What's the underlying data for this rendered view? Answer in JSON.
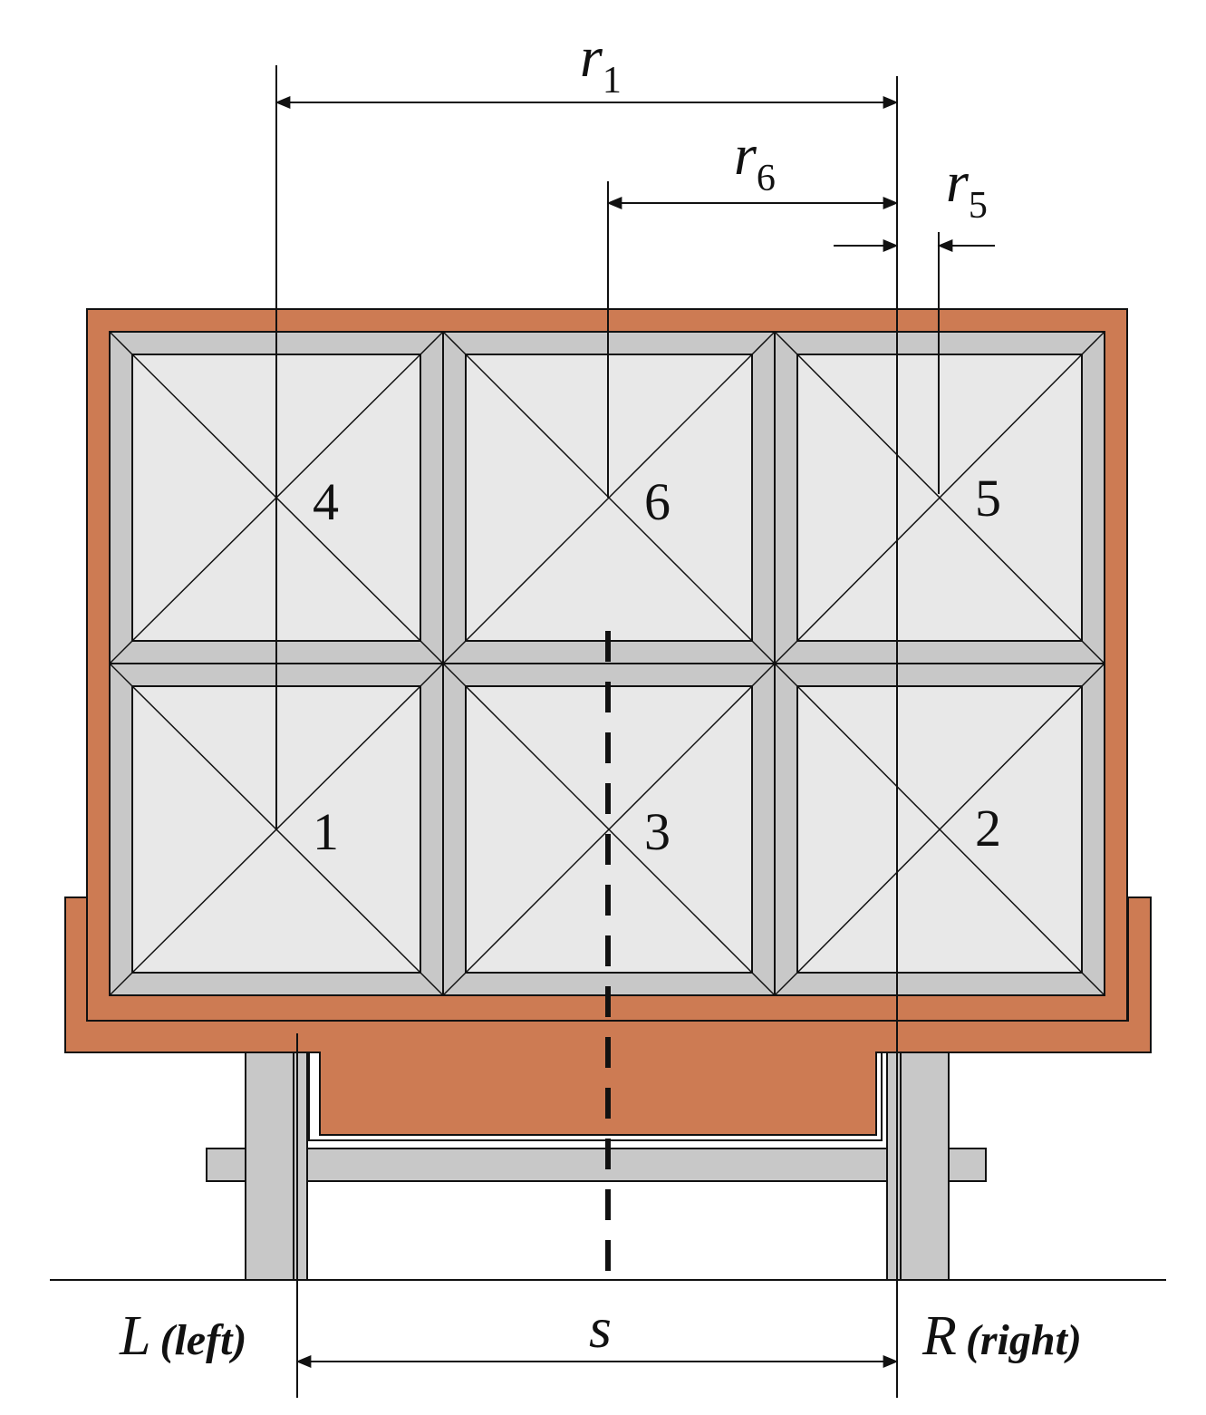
{
  "diagram": {
    "colors": {
      "container": "#cd7b53",
      "cell_frame": "#c8c8c8",
      "cell_fill": "#e8e8e8",
      "wheel": "#c8c8c8",
      "line": "#111111",
      "background": "#ffffff"
    },
    "dimensions": [
      {
        "id": "r1",
        "base": "r",
        "sub": "1"
      },
      {
        "id": "r6",
        "base": "r",
        "sub": "6"
      },
      {
        "id": "r5",
        "base": "r",
        "sub": "5"
      },
      {
        "id": "s",
        "base": "s",
        "sub": ""
      }
    ],
    "cells": [
      {
        "id": "cell-4",
        "label": "4"
      },
      {
        "id": "cell-6",
        "label": "6"
      },
      {
        "id": "cell-5",
        "label": "5"
      },
      {
        "id": "cell-1",
        "label": "1"
      },
      {
        "id": "cell-3",
        "label": "3"
      },
      {
        "id": "cell-2",
        "label": "2"
      }
    ],
    "wheels": {
      "left": {
        "letter": "L",
        "note": "(left)"
      },
      "right": {
        "letter": "R",
        "note": "(right)"
      }
    }
  }
}
